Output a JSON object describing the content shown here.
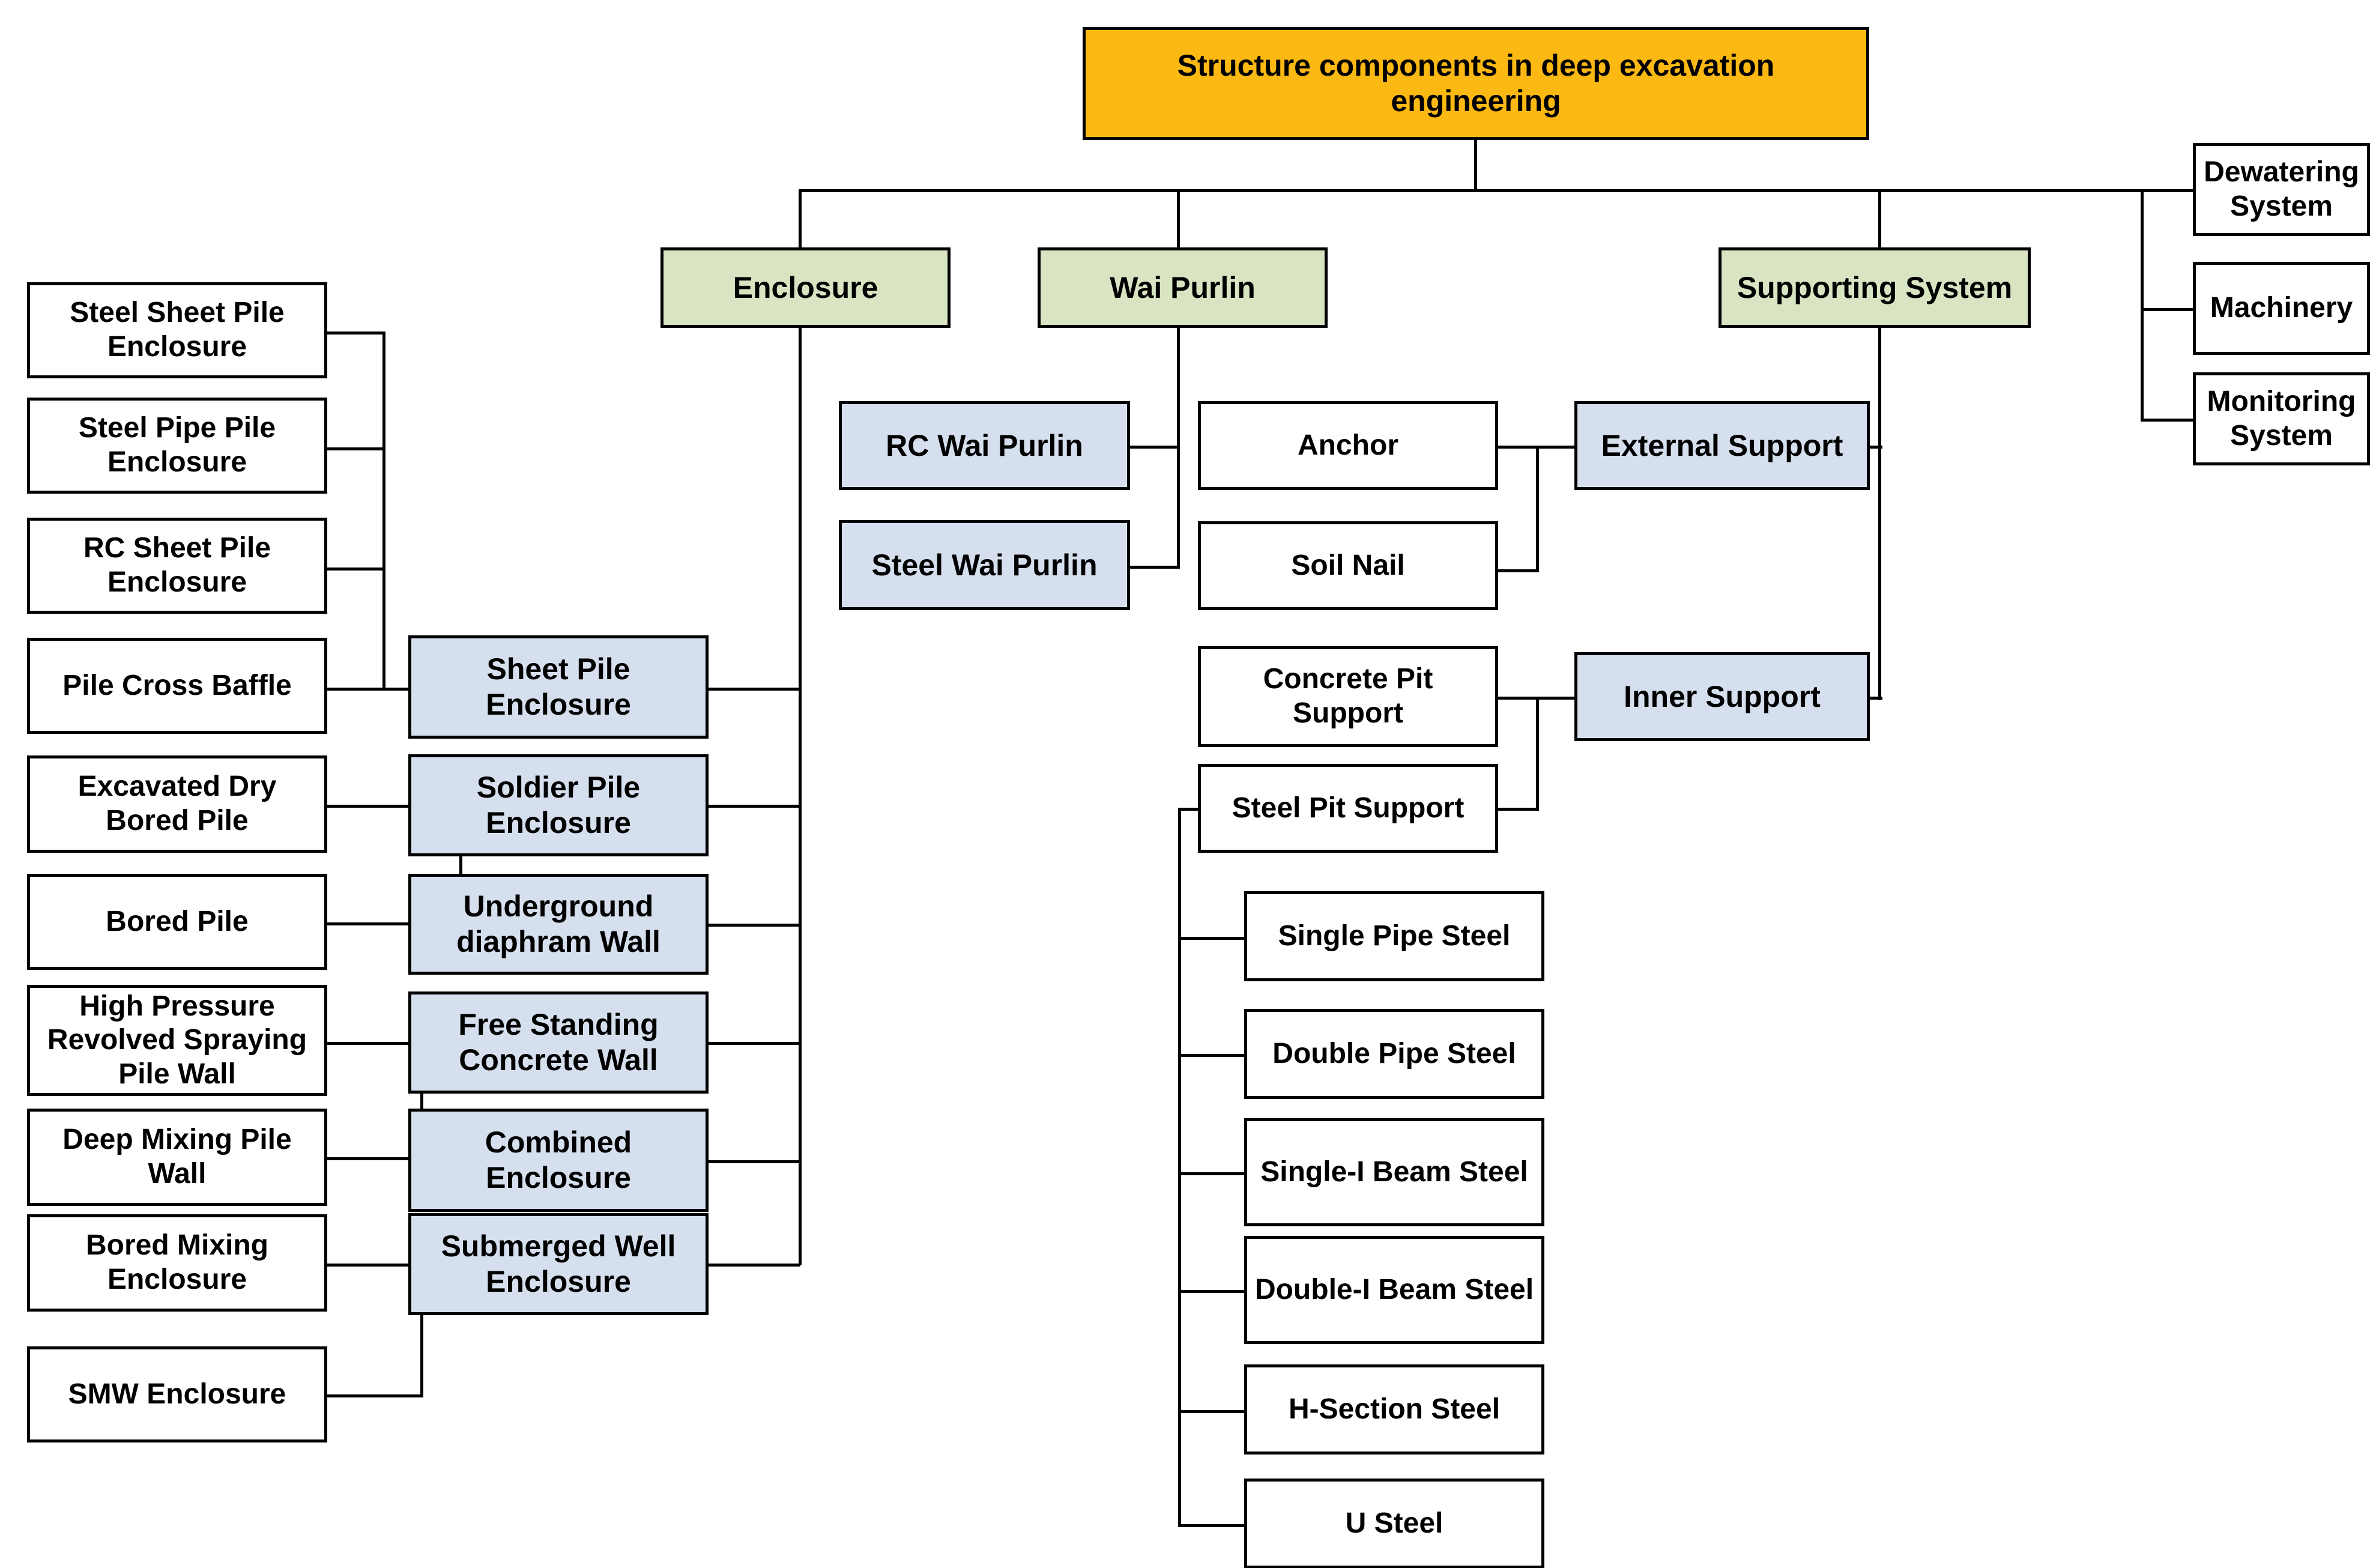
{
  "diagram": {
    "title": "Structure components in deep excavation engineering",
    "type": "organizational-tree",
    "colors": {
      "root_fill": "#FCB813",
      "category_fill": "#D8E4C2",
      "subcategory_fill": "#D5DFEE",
      "leaf_fill": "#FFFFFF",
      "stroke": "#000000"
    }
  },
  "root": {
    "label": "Structure components in deep excavation engineering"
  },
  "categories": {
    "enclosure": {
      "label": "Enclosure"
    },
    "wai_purlin": {
      "label": "Wai Purlin"
    },
    "supporting_system": {
      "label": "Supporting System"
    }
  },
  "top_level_leaves": [
    {
      "label": "Dewatering System"
    },
    {
      "label": "Machinery"
    },
    {
      "label": "Monitoring System"
    }
  ],
  "enclosure_types": [
    {
      "label": "Sheet Pile Enclosure"
    },
    {
      "label": "Soldier Pile Enclosure"
    },
    {
      "label": "Underground diaphram Wall"
    },
    {
      "label": "Free Standing Concrete Wall"
    },
    {
      "label": "Combined Enclosure"
    },
    {
      "label": "Submerged Well Enclosure"
    }
  ],
  "enclosure_members": [
    {
      "label": "Steel Sheet Pile Enclosure"
    },
    {
      "label": "Steel Pipe Pile Enclosure"
    },
    {
      "label": "RC Sheet Pile Enclosure"
    },
    {
      "label": "Pile Cross Baffle"
    },
    {
      "label": "Excavated Dry Bored Pile"
    },
    {
      "label": "Bored Pile"
    },
    {
      "label": "High Pressure Revolved Spraying Pile Wall"
    },
    {
      "label": "Deep Mixing Pile Wall"
    },
    {
      "label": "Bored Mixing Enclosure"
    },
    {
      "label": "SMW Enclosure"
    }
  ],
  "wai_purlin_types": [
    {
      "label": "RC Wai Purlin"
    },
    {
      "label": "Steel Wai Purlin"
    }
  ],
  "support_types": [
    {
      "label": "External Support"
    },
    {
      "label": "Inner Support"
    }
  ],
  "external_support_members": [
    {
      "label": "Anchor"
    },
    {
      "label": "Soil Nail"
    }
  ],
  "inner_support_members": [
    {
      "label": "Concrete Pit Support"
    },
    {
      "label": "Steel Pit Support"
    }
  ],
  "steel_pit_support_members": [
    {
      "label": "Single Pipe Steel"
    },
    {
      "label": "Double Pipe Steel"
    },
    {
      "label": "Single-I Beam Steel"
    },
    {
      "label": "Double-I Beam Steel"
    },
    {
      "label": "H-Section Steel"
    },
    {
      "label": "U Steel"
    }
  ]
}
